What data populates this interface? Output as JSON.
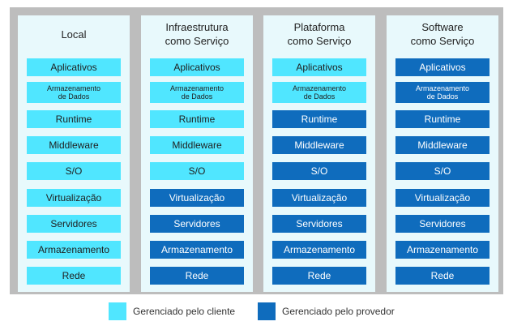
{
  "colors": {
    "customer": "#50e6ff",
    "provider": "#0f6cbd",
    "panel": "#bdbdbd",
    "column": "#e8f9fc"
  },
  "columns": [
    {
      "title": "Local",
      "cells": [
        {
          "label": "Aplicativos",
          "managed": "customer"
        },
        {
          "label": "Armazenamento\nde Dados",
          "managed": "customer"
        },
        {
          "label": "Runtime",
          "managed": "customer"
        },
        {
          "label": "Middleware",
          "managed": "customer"
        },
        {
          "label": "S/O",
          "managed": "customer"
        },
        {
          "label": "Virtualização",
          "managed": "customer"
        },
        {
          "label": "Servidores",
          "managed": "customer"
        },
        {
          "label": "Armazenamento",
          "managed": "customer"
        },
        {
          "label": "Rede",
          "managed": "customer"
        }
      ]
    },
    {
      "title": "Infraestrutura\ncomo Serviço",
      "cells": [
        {
          "label": "Aplicativos",
          "managed": "customer"
        },
        {
          "label": "Armazenamento\nde Dados",
          "managed": "customer"
        },
        {
          "label": "Runtime",
          "managed": "customer"
        },
        {
          "label": "Middleware",
          "managed": "customer"
        },
        {
          "label": "S/O",
          "managed": "customer"
        },
        {
          "label": "Virtualização",
          "managed": "provider"
        },
        {
          "label": "Servidores",
          "managed": "provider"
        },
        {
          "label": "Armazenamento",
          "managed": "provider"
        },
        {
          "label": "Rede",
          "managed": "provider"
        }
      ]
    },
    {
      "title": "Plataforma\ncomo Serviço",
      "cells": [
        {
          "label": "Aplicativos",
          "managed": "customer"
        },
        {
          "label": "Armazenamento\nde Dados",
          "managed": "customer"
        },
        {
          "label": "Runtime",
          "managed": "provider"
        },
        {
          "label": "Middleware",
          "managed": "provider"
        },
        {
          "label": "S/O",
          "managed": "provider"
        },
        {
          "label": "Virtualização",
          "managed": "provider"
        },
        {
          "label": "Servidores",
          "managed": "provider"
        },
        {
          "label": "Armazenamento",
          "managed": "provider"
        },
        {
          "label": "Rede",
          "managed": "provider"
        }
      ]
    },
    {
      "title": "Software\ncomo Serviço",
      "cells": [
        {
          "label": "Aplicativos",
          "managed": "provider"
        },
        {
          "label": "Armazenamento\nde Dados",
          "managed": "provider"
        },
        {
          "label": "Runtime",
          "managed": "provider"
        },
        {
          "label": "Middleware",
          "managed": "provider"
        },
        {
          "label": "S/O",
          "managed": "provider"
        },
        {
          "label": "Virtualização",
          "managed": "provider"
        },
        {
          "label": "Servidores",
          "managed": "provider"
        },
        {
          "label": "Armazenamento",
          "managed": "provider"
        },
        {
          "label": "Rede",
          "managed": "provider"
        }
      ]
    }
  ],
  "legend": {
    "customer_label": "Gerenciado pelo cliente",
    "provider_label": "Gerenciado pelo provedor"
  }
}
